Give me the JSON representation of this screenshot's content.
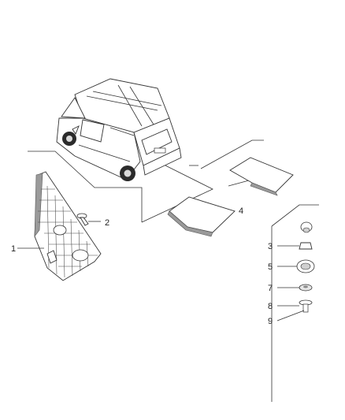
{
  "callouts": {
    "c1": "1",
    "c2": "2",
    "c3": "3",
    "c4": "4",
    "c5": "5",
    "c7": "7",
    "c8": "8",
    "c9": "9"
  },
  "icons": {
    "van": "rear-quarter-van-illustration",
    "trim_panel": "triangular-trim-panel-icon",
    "push_pin": "push-pin-clip-icon",
    "sound_pad": "insulation-pad-icon"
  }
}
